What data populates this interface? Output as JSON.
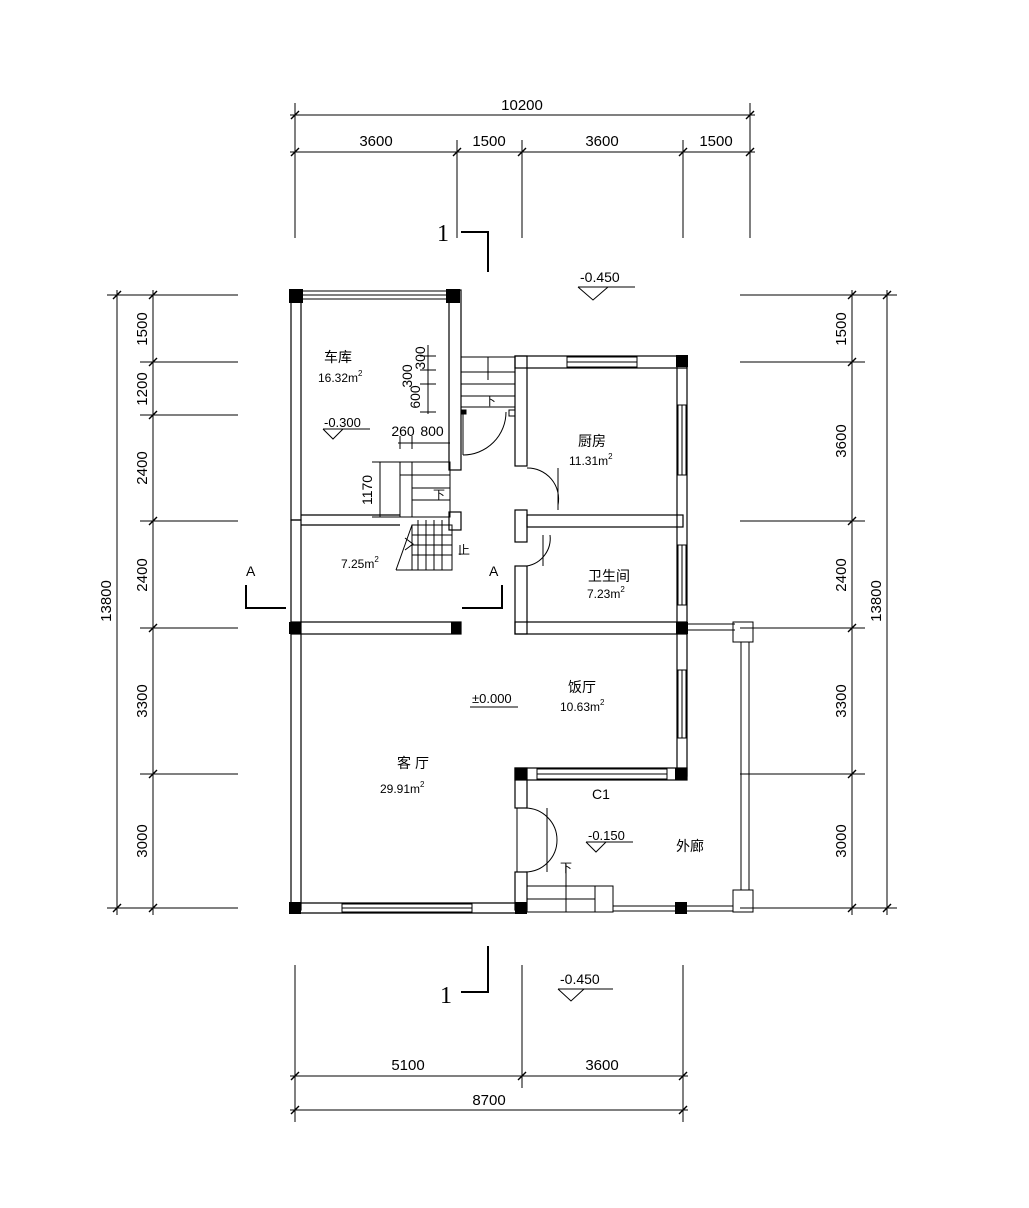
{
  "dims": {
    "top_total": "10200",
    "top_segments": [
      "3600",
      "1500",
      "3600",
      "1500"
    ],
    "bottom_segments": [
      "5100",
      "3600"
    ],
    "bottom_total": "8700",
    "left_segments": [
      "1500",
      "1200",
      "2400",
      "2400",
      "3300",
      "3000"
    ],
    "left_total": "13800",
    "right_segments": [
      "1500",
      "3600",
      "2400",
      "3300",
      "3000"
    ],
    "right_total": "13800",
    "stair_v1": "300",
    "stair_v2": "300",
    "stair_v3": "600",
    "stair_h1": "260",
    "stair_h2": "800",
    "stair_v4": "1170"
  },
  "rooms": {
    "garage": {
      "name": "车库",
      "area": "16.32",
      "unit": "m",
      "sup": "2"
    },
    "kitchen": {
      "name": "厨房",
      "area": "11.31",
      "unit": "m",
      "sup": "2"
    },
    "bathroom": {
      "name": "卫生间",
      "area": "7.23",
      "unit": "m",
      "sup": "2"
    },
    "hall": {
      "area": "7.25",
      "unit": "m",
      "sup": "2"
    },
    "dining": {
      "name": "饭厅",
      "area": "10.63",
      "unit": "m",
      "sup": "2"
    },
    "living": {
      "name": "客厅",
      "area": "29.91",
      "unit": "m",
      "sup": "2"
    },
    "corridor": {
      "name": "外廊"
    }
  },
  "elevations": {
    "top": "-0.450",
    "garage": "-0.300",
    "main": "±0.000",
    "porch": "-0.150",
    "bottom": "-0.450"
  },
  "marks": {
    "section_1": "1",
    "section_a": "A",
    "window_c1": "C1",
    "down": "下",
    "up": "上"
  }
}
